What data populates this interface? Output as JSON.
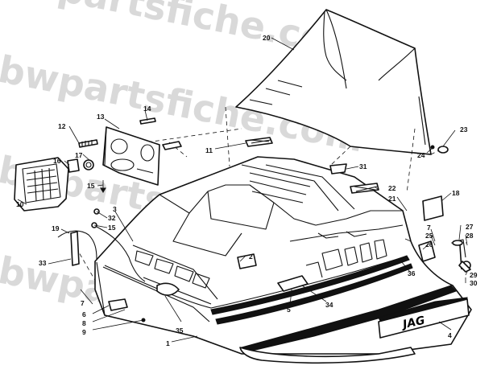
{
  "watermark": {
    "lines": [
      "bwpartsfiche.com",
      "bwpartsfiche.com",
      "bwpartsfiche.com",
      "bwpartsfiche.com"
    ]
  },
  "decal": {
    "text": "JAG"
  },
  "callouts": {
    "c1": "1",
    "c2": "2",
    "c3": "3",
    "c4": "4",
    "c5": "5",
    "c6": "6",
    "c7a": "7",
    "c7b": "7",
    "c8": "8",
    "c9": "9",
    "c10": "10",
    "c11": "11",
    "c12": "12",
    "c13": "13",
    "c14": "14",
    "c15a": "15",
    "c15b": "15",
    "c16": "16",
    "c17": "17",
    "c18": "18",
    "c19": "19",
    "c20": "20",
    "c21": "21",
    "c22": "22",
    "c23": "23",
    "c24": "24",
    "c25": "25",
    "c26": "26",
    "c27": "27",
    "c28": "28",
    "c29": "29",
    "c30": "30",
    "c31": "31",
    "c32": "32",
    "c33": "33",
    "c34": "34",
    "c35": "35",
    "c36": "36"
  }
}
